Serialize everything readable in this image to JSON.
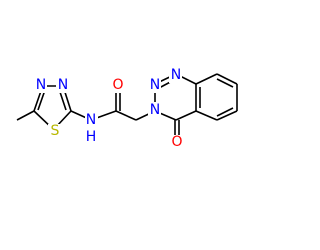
{
  "molecule": {
    "atoms": [
      {
        "key": "atom-label-s",
        "text": "S",
        "color": "#b8b800"
      },
      {
        "key": "atom-label-n-thiadiazole-3",
        "text": "N",
        "color": "#0000ff"
      },
      {
        "key": "atom-label-n-thiadiazole-4",
        "text": "N",
        "color": "#0000ff"
      },
      {
        "key": "atom-label-n-amide",
        "text": "N",
        "color": "#0000ff"
      },
      {
        "key": "atom-label-h-amide",
        "text": "H",
        "color": "#0000ff"
      },
      {
        "key": "atom-label-o-amide",
        "text": "O",
        "color": "#ff0000"
      },
      {
        "key": "atom-label-n-triazine-1",
        "text": "N",
        "color": "#0000ff"
      },
      {
        "key": "atom-label-n-triazine-2",
        "text": "N",
        "color": "#0000ff"
      },
      {
        "key": "atom-label-n-triazine-3",
        "text": "N",
        "color": "#0000ff"
      },
      {
        "key": "atom-label-o-ketone",
        "text": "O",
        "color": "#ff0000"
      }
    ],
    "bond_color": "#000000"
  }
}
